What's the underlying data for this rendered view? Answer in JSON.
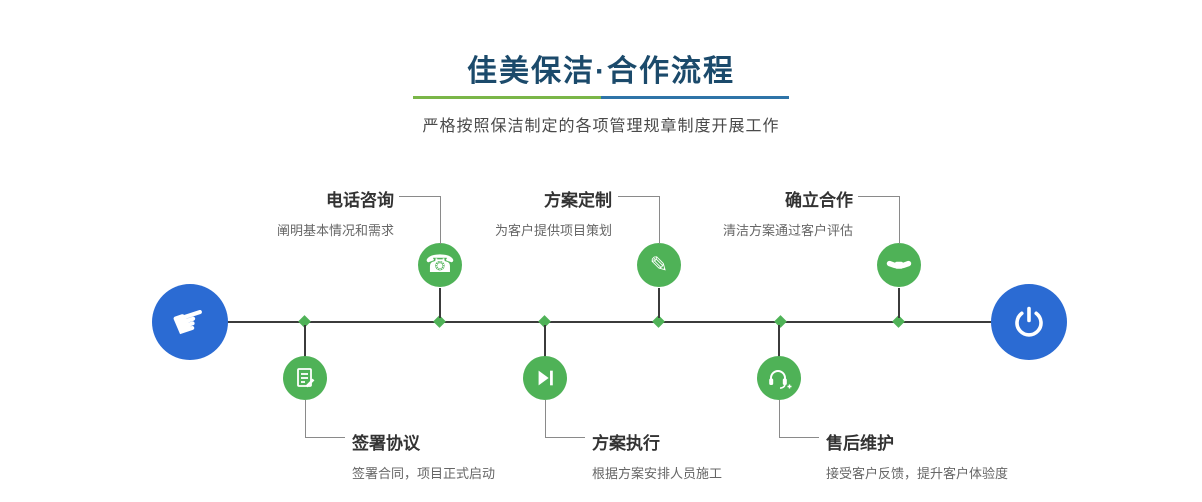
{
  "section": {
    "title": "佳美保洁·合作流程",
    "subtitle": "严格按照保洁制定的各项管理规章制度开展工作"
  },
  "colors": {
    "title_text": "#1b4a6b",
    "divider_green": "#7ab648",
    "divider_blue": "#2e74a8",
    "node_green": "#4fb257",
    "node_blue": "#2b6bd3",
    "timeline_line": "#3b3b3b",
    "step_title_text": "#333333",
    "step_desc_text": "#666666"
  },
  "icons": {
    "hand_pointer": "☛",
    "phone": "☎",
    "pencil": "✎",
    "start_icon_name": "hand-pointer-icon",
    "end_icon_name": "power-icon"
  },
  "timeline": {
    "top_steps": [
      {
        "title": "电话咨询",
        "desc": "阐明基本情况和需求",
        "icon": "phone-icon"
      },
      {
        "title": "方案定制",
        "desc": "为客户提供项目策划",
        "icon": "pencil-ruler-icon"
      },
      {
        "title": "确立合作",
        "desc": "清洁方案通过客户评估",
        "icon": "handshake-icon"
      }
    ],
    "bottom_steps": [
      {
        "title": "签署协议",
        "desc": "签署合同，项目正式启动",
        "icon": "contract-icon"
      },
      {
        "title": "方案执行",
        "desc": "根据方案安排人员施工",
        "icon": "play-forward-icon"
      },
      {
        "title": "售后维护",
        "desc": "接受客户反馈，提升客户体验度",
        "icon": "headset-icon"
      }
    ]
  }
}
